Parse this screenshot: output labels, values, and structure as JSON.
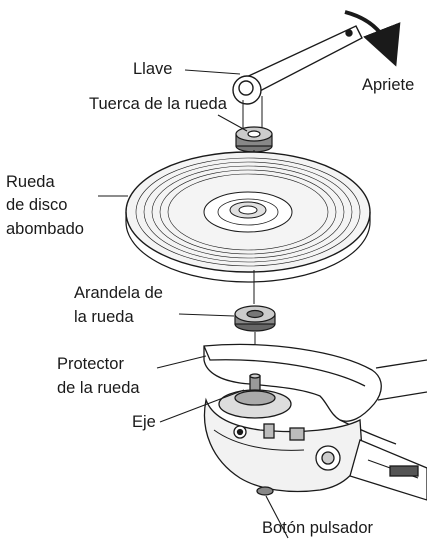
{
  "labels": {
    "wrench": "Llave",
    "tighten": "Apriete",
    "wheel_nut": "Tuerca de la rueda",
    "wheel_line1": "Rueda",
    "wheel_line2": "de disco",
    "wheel_line3": "abombado",
    "washer_line1": "Arandela de",
    "washer_line2": "la rueda",
    "guard_line1": "Protector",
    "guard_line2": "de la rueda",
    "spindle": "Eje",
    "push_button": "Botón pulsador"
  },
  "colors": {
    "line": "#1a1a1a",
    "gray_dark": "#555555",
    "gray_mid": "#888888",
    "gray_light": "#bbbbbb"
  }
}
